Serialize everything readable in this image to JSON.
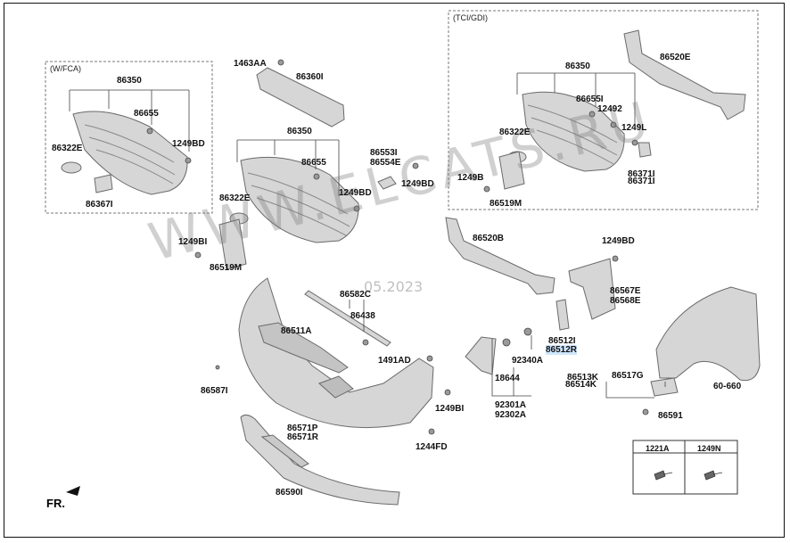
{
  "variants": {
    "wfca": "(W/FCA)",
    "tci": "(TCI/GDI)"
  },
  "watermark": "WWW.ELCATS.RU",
  "watermark_date": "05.2023",
  "direction": "FR.",
  "labels": {
    "a86350": "86350",
    "a86655": "86655",
    "a86322e": "86322E",
    "a1249bd_a": "1249BD",
    "a86367": "86367I",
    "b1463aa": "1463AA",
    "b86360": "86360I",
    "b86350": "86350",
    "b86655": "86655",
    "b86322e": "86322E",
    "b1249bd": "1249BD",
    "b1249bi": "1249BI",
    "b86519m": "86519M",
    "c86553": "86553I",
    "c86554": "86554E",
    "c1249bd": "1249BD",
    "t86350": "86350",
    "t86655": "86655I",
    "t12492": "12492",
    "t86322e": "86322E",
    "t1249l": "1249L",
    "t1249b": "1249B",
    "t86519m": "86519M",
    "t86371a": "86371I",
    "t86371b": "86371I",
    "t86520": "86520E",
    "m86520b": "86520B",
    "m1249bd": "1249BD",
    "m86567e": "86567E",
    "m86568e": "86568E",
    "m86512": "86512I",
    "m86512r": "86512R",
    "m92340a": "92340A",
    "m18644": "18644",
    "m92301": "92301A",
    "m92302": "92302A",
    "m86514k": "86514K",
    "m86513": "86513K",
    "m86517g": "86517G",
    "m60660": "60-660",
    "m86591": "86591",
    "f86582": "86582C",
    "f86438": "86438",
    "f86511a": "86511A",
    "f1491ad": "1491AD",
    "f86587": "86587I",
    "f1249bi": "1249BI",
    "f1244fd": "1244FD",
    "f86571p": "86571P",
    "f86571r": "86571R",
    "f86590": "86590I"
  },
  "legend": {
    "col1": "1221A",
    "col2": "1249N"
  },
  "colors": {
    "part_fill": "#d6d6d6",
    "part_stroke": "#6a6a6a",
    "highlight": "#cfe7ff"
  }
}
